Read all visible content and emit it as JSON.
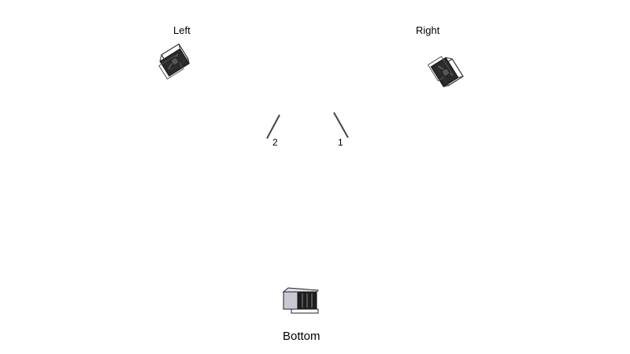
{
  "diagram": {
    "labels": {
      "left": "Left",
      "right": "Right",
      "bottom": "Bottom",
      "marker_1": "1",
      "marker_2": "2"
    },
    "icons": {
      "left": "camera-rig-icon",
      "right": "camera-rig-icon",
      "bottom": "camera-rig-icon"
    },
    "colors": {
      "line": "#444444",
      "dark": "#2a2a2a",
      "light": "#c8c8d4"
    }
  }
}
